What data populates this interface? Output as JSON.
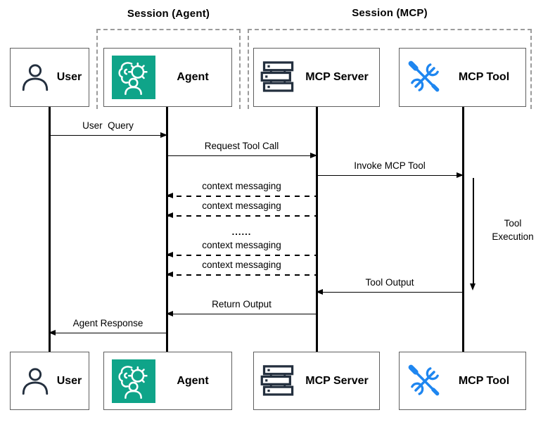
{
  "diagram": {
    "sessions": [
      {
        "label": "Session (Agent)"
      },
      {
        "label": "Session (MCP)"
      }
    ],
    "actors": {
      "user": {
        "label": "User",
        "icon": "person-icon"
      },
      "agent": {
        "label": "Agent",
        "icon": "agent-ai-icon"
      },
      "mcp_server": {
        "label": "MCP Server",
        "icon": "server-stack-icon"
      },
      "mcp_tool": {
        "label": "MCP Tool",
        "icon": "crossed-tools-icon"
      }
    },
    "messages": [
      {
        "label": "User  Query",
        "from": "User",
        "to": "Agent",
        "line": "solid"
      },
      {
        "label": "Request Tool Call",
        "from": "Agent",
        "to": "MCP Server",
        "line": "solid"
      },
      {
        "label": "Invoke MCP Tool",
        "from": "MCP Server",
        "to": "MCP Tool",
        "line": "solid"
      },
      {
        "label": "context messaging",
        "from": "MCP Server",
        "to": "Agent",
        "line": "dashed"
      },
      {
        "label": "context messaging",
        "from": "MCP Server",
        "to": "Agent",
        "line": "dashed"
      },
      {
        "label": "context messaging",
        "from": "MCP Server",
        "to": "Agent",
        "line": "dashed"
      },
      {
        "label": "context messaging",
        "from": "MCP Server",
        "to": "Agent",
        "line": "dashed"
      },
      {
        "label": "Tool Output",
        "from": "MCP Tool",
        "to": "MCP Server",
        "line": "solid"
      },
      {
        "label": "Return Output",
        "from": "MCP Server",
        "to": "Agent",
        "line": "solid"
      },
      {
        "label": "Agent Response",
        "from": "Agent",
        "to": "User",
        "line": "solid"
      }
    ],
    "annotations": {
      "ellipsis": "......",
      "tool_execution": "Tool Execution"
    },
    "colors": {
      "agent_icon_bg": "#0fa489",
      "tool_icon_blue": "#1e86f0",
      "dark_icon_navy": "#232f3e",
      "session_border": "#9b9b9b",
      "box_border": "#5f5f5f",
      "message_line": "#000000"
    }
  }
}
